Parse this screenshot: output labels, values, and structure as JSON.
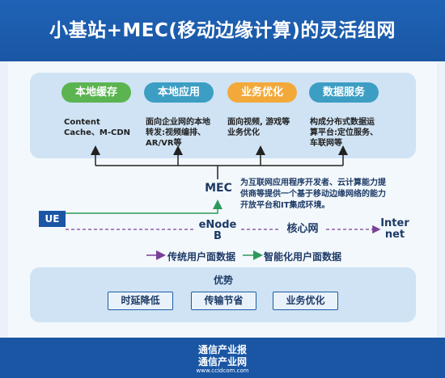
{
  "title": "小基站+MEC(移动边缘计算)的灵活组网",
  "services": [
    {
      "label": "本地缓存",
      "color": "#5bb450",
      "desc": [
        "Content",
        "Cache、M-CDN"
      ]
    },
    {
      "label": "本地应用",
      "color": "#3d9ec4",
      "desc": [
        "面向企业网的本地",
        "转发:视频编排、",
        "AR/VR等"
      ]
    },
    {
      "label": "业务优化",
      "color": "#f3a93a",
      "desc": [
        "面向视频, 游戏等",
        "业务优化"
      ]
    },
    {
      "label": "数据服务",
      "color": "#3d9ec4",
      "desc": [
        "构成分布式数据运",
        "算平台:定位服务、",
        "车联网等"
      ]
    }
  ],
  "mec": {
    "label": "MEC",
    "desc": [
      "为互联网应用程序开发者、云计算能力提",
      "供商等提供一个基于移动边缘网络的能力",
      "开放平台和IT集成环境。"
    ]
  },
  "network": {
    "ue": "UE",
    "enodeb": [
      "eNode",
      "B"
    ],
    "core": "核心网",
    "internet": [
      "Inter",
      "net"
    ]
  },
  "legend": {
    "traditional": "传统用户面数据",
    "smart": "智能化用户面数据",
    "traditional_color": "#7b3f98",
    "smart_color": "#2c9a5a"
  },
  "advantages": {
    "title": "优势",
    "items": [
      "时延降低",
      "传输节省",
      "业务优化"
    ]
  },
  "footer": {
    "line1": "通信产业报",
    "line2": "通信产业网",
    "url": "www.ccidcom.com"
  }
}
